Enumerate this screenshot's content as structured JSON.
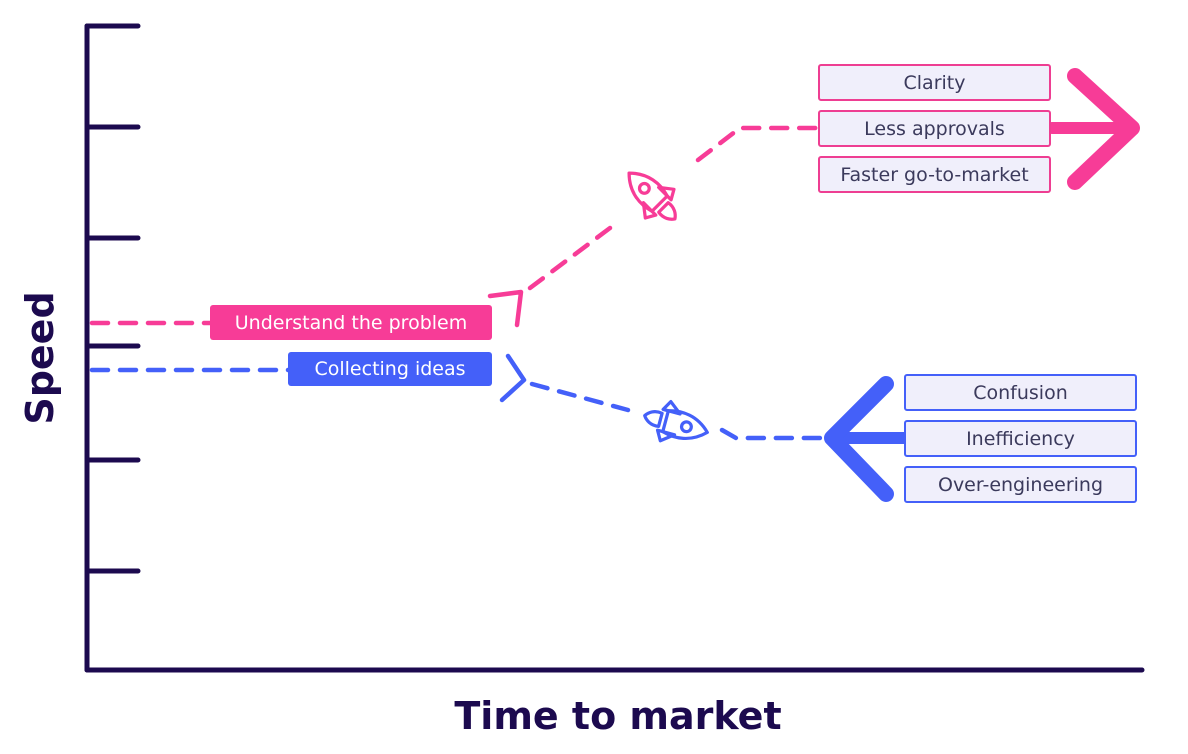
{
  "axes": {
    "y_title": "Speed",
    "x_title": "Time to market"
  },
  "colors": {
    "axis": "#1c0a4f",
    "pink": "#f73c97",
    "blue": "#4460f9",
    "box_fill": "#f0effb",
    "box_text": "#3b3a5c"
  },
  "paths": {
    "upper": {
      "label": "Understand the problem",
      "icon": "rocket-icon",
      "outcomes": [
        "Clarity",
        "Less approvals",
        "Faster go-to-market"
      ]
    },
    "lower": {
      "label": "Collecting ideas",
      "icon": "rocket-icon",
      "outcomes": [
        "Confusion",
        "Inefficiency",
        "Over-engineering"
      ]
    }
  }
}
